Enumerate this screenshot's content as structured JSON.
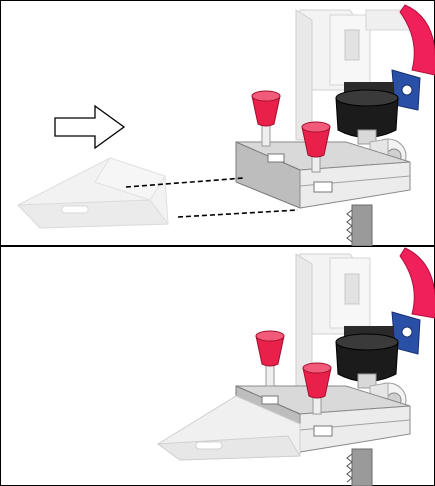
{
  "figure": {
    "panels": [
      {
        "step": "insert",
        "arrow_direction": "right",
        "show_dashed_guides": true,
        "insert_state": "detached"
      },
      {
        "step": "installed",
        "arrow_direction": "none",
        "show_dashed_guides": false,
        "insert_state": "attached"
      }
    ],
    "colors": {
      "outline": "#000000",
      "knob_red": "#e8204a",
      "motor_pink": "#f0205a",
      "roller_black": "#1b1b1b",
      "bracket_blue": "#2a4fa6",
      "metal_gray": "#c9c9c9",
      "housing_light": "#ececec",
      "ghost_part": "#e6e6e6",
      "blade_gray": "#8a8a8a"
    },
    "icons": [
      "outline-arrow-right-icon",
      "dashed-guide-line",
      "knob-icon"
    ]
  }
}
